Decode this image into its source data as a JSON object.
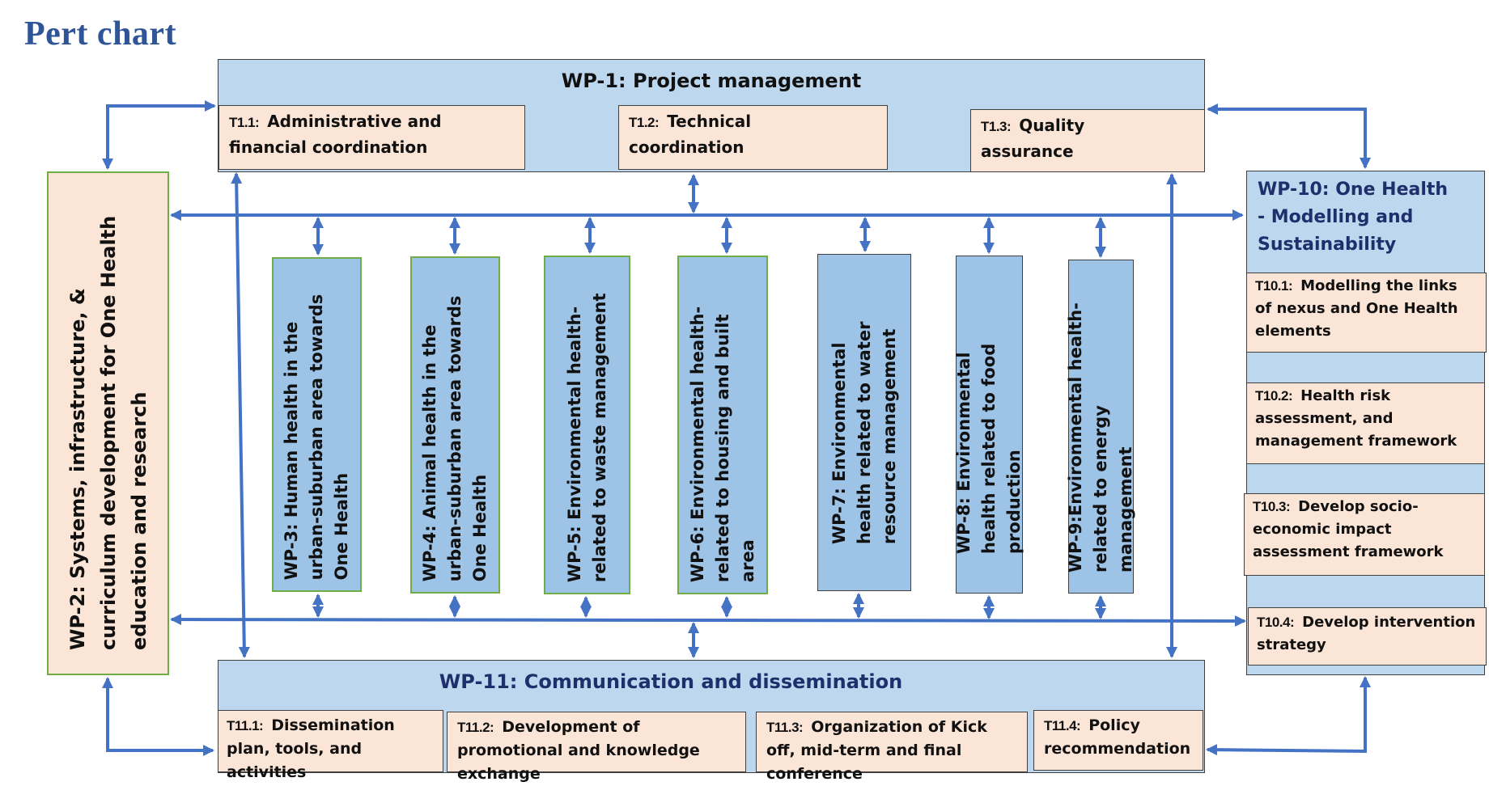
{
  "title": "Pert chart",
  "colors": {
    "title": "#2f5597",
    "wp_box": "#bdd7ee",
    "wp_vertical": "#9dc3e6",
    "task_box": "#fbe5d6",
    "connector": "#4472c4",
    "green_border": "#70ad47",
    "wp_title_navy": "#1f2f6b"
  },
  "wp1": {
    "title": "WP-1: Project management",
    "tasks": [
      {
        "id": "T1.1:",
        "label": "Administrative and financial coordination"
      },
      {
        "id": "T1.2:",
        "label": "Technical coordination"
      },
      {
        "id": "T1.3:",
        "label": "Quality assurance"
      }
    ]
  },
  "wp2": {
    "title": "WP-2: Systems, infrastructure,  & curriculum development for One Health education and research"
  },
  "middle_wps": [
    {
      "title": "WP-3: Human health in the urban-suburban area towards One Health"
    },
    {
      "title": "WP-4: Animal health in the urban-suburban area towards One Health"
    },
    {
      "title": "WP-5: Environmental health-related to waste management"
    },
    {
      "title": "WP-6:  Environmental health-related to housing and built area"
    },
    {
      "title": "WP-7: Environmental health related to water resource management"
    },
    {
      "title": "WP-8: Environmental health related to food production"
    },
    {
      "title": "WP-9:Environmental health-related to energy management"
    }
  ],
  "wp10": {
    "title": "WP-10: One Health - Modelling and Sustainability",
    "tasks": [
      {
        "id": "T10.1:",
        "label": "Modelling the links of nexus  and One Health elements"
      },
      {
        "id": "T10.2:",
        "label": "Health risk assessment, and management framework"
      },
      {
        "id": "T10.3:",
        "label": "Develop socio-economic impact assessment framework"
      },
      {
        "id": "T10.4:",
        "label": "Develop intervention strategy"
      }
    ]
  },
  "wp11": {
    "title": "WP-11: Communication and dissemination",
    "tasks": [
      {
        "id": "T11.1:",
        "label": "Dissemination plan, tools, and activities"
      },
      {
        "id": "T11.2:",
        "label": "Development of promotional and knowledge exchange"
      },
      {
        "id": "T11.3:",
        "label": "Organization of Kick off, mid-term and final conference"
      },
      {
        "id": "T11.4:",
        "label": "Policy recommendation"
      }
    ]
  }
}
